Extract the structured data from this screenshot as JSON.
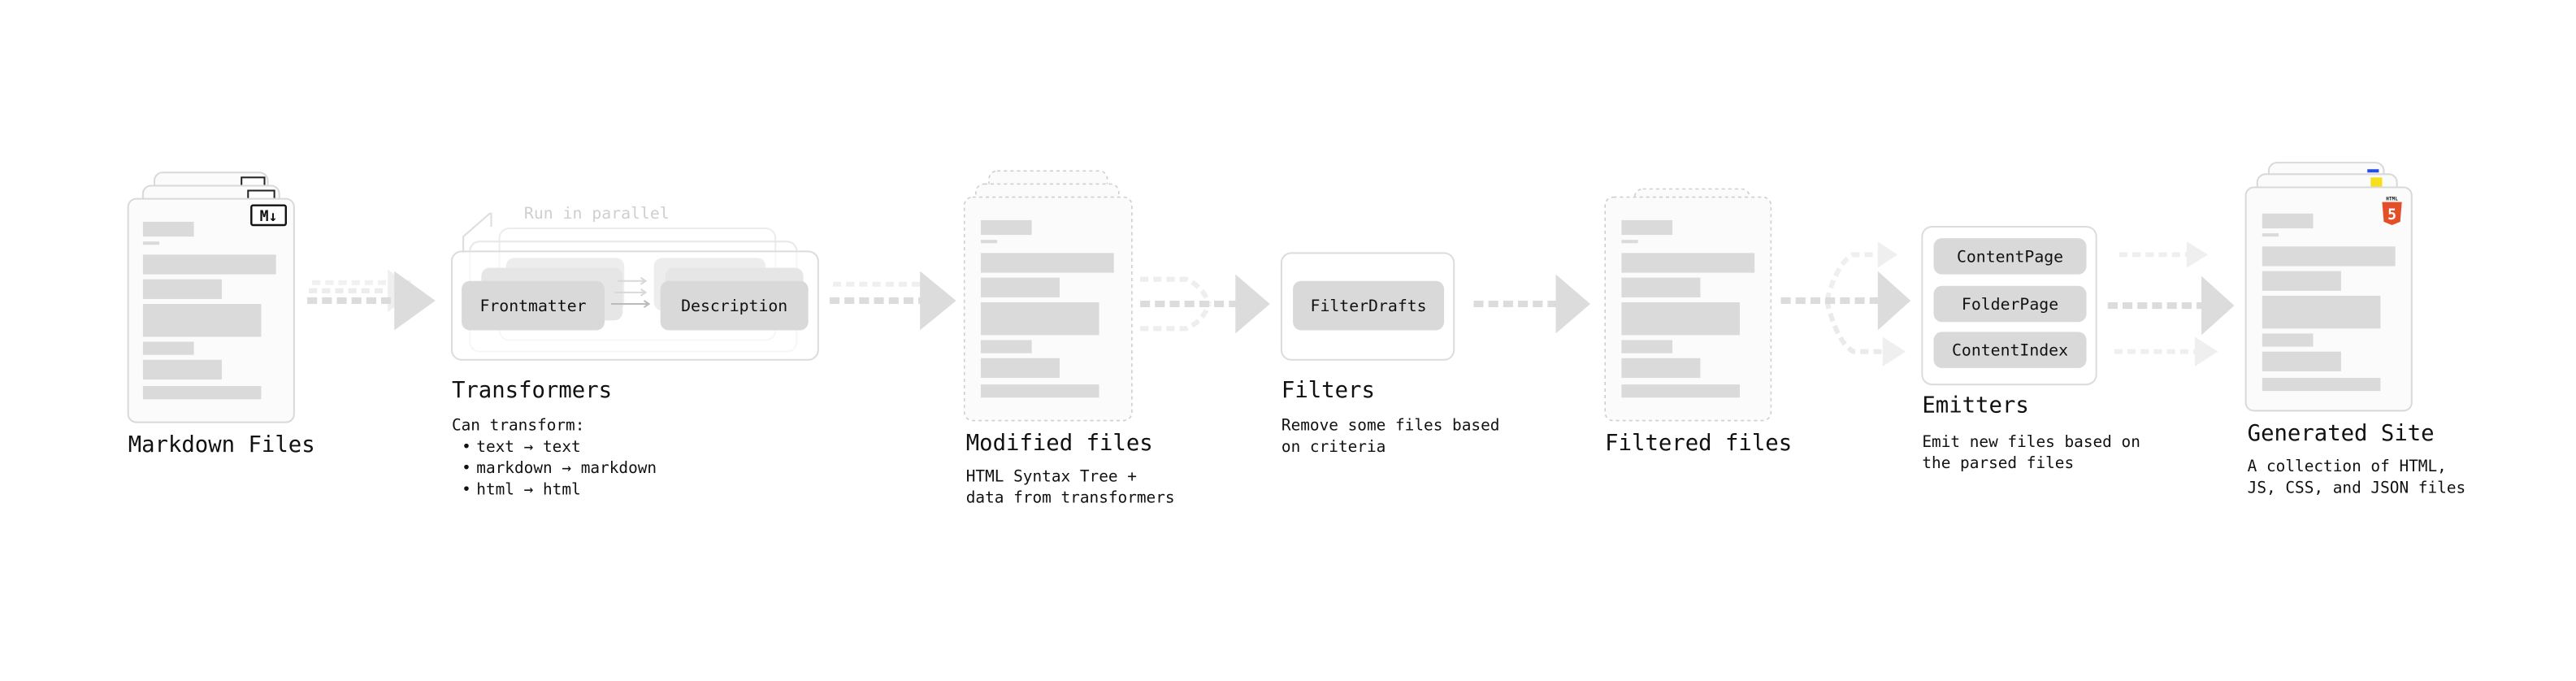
{
  "colors": {
    "card_fill": "#fbfbfb",
    "card_stroke": "#d9d9d9",
    "bar_fill": "#dadada",
    "pill_fill": "#d9d9d9",
    "arrow": "#dcdcdc",
    "arrow_faint": "#efefef",
    "html5": "#e34f26",
    "js": "#f7df1e",
    "css": "#264de4"
  },
  "stages": {
    "markdown": {
      "title": "Markdown Files",
      "icon": "markdown-icon",
      "icon_text": "M↓"
    },
    "transformers": {
      "title": "Transformers",
      "parallel_label": "Run in parallel",
      "plugins": [
        "Frontmatter",
        "Description"
      ],
      "desc_heading": "Can transform:",
      "desc_items": [
        "text → text",
        "markdown → markdown",
        "html → html"
      ]
    },
    "modified": {
      "title": "Modified files",
      "desc": [
        "HTML Syntax Tree +",
        "data from transformers"
      ]
    },
    "filters": {
      "title": "Filters",
      "plugins": [
        "FilterDrafts"
      ],
      "desc": [
        "Remove some files based",
        "on criteria"
      ]
    },
    "filtered": {
      "title": "Filtered files"
    },
    "emitters": {
      "title": "Emitters",
      "plugins": [
        "ContentPage",
        "FolderPage",
        "ContentIndex"
      ],
      "desc": [
        "Emit new files based on",
        "the parsed files"
      ]
    },
    "generated": {
      "title": "Generated Site",
      "icon": "html5-icon",
      "desc": [
        "A collection of HTML,",
        "JS, CSS, and JSON files"
      ]
    }
  }
}
